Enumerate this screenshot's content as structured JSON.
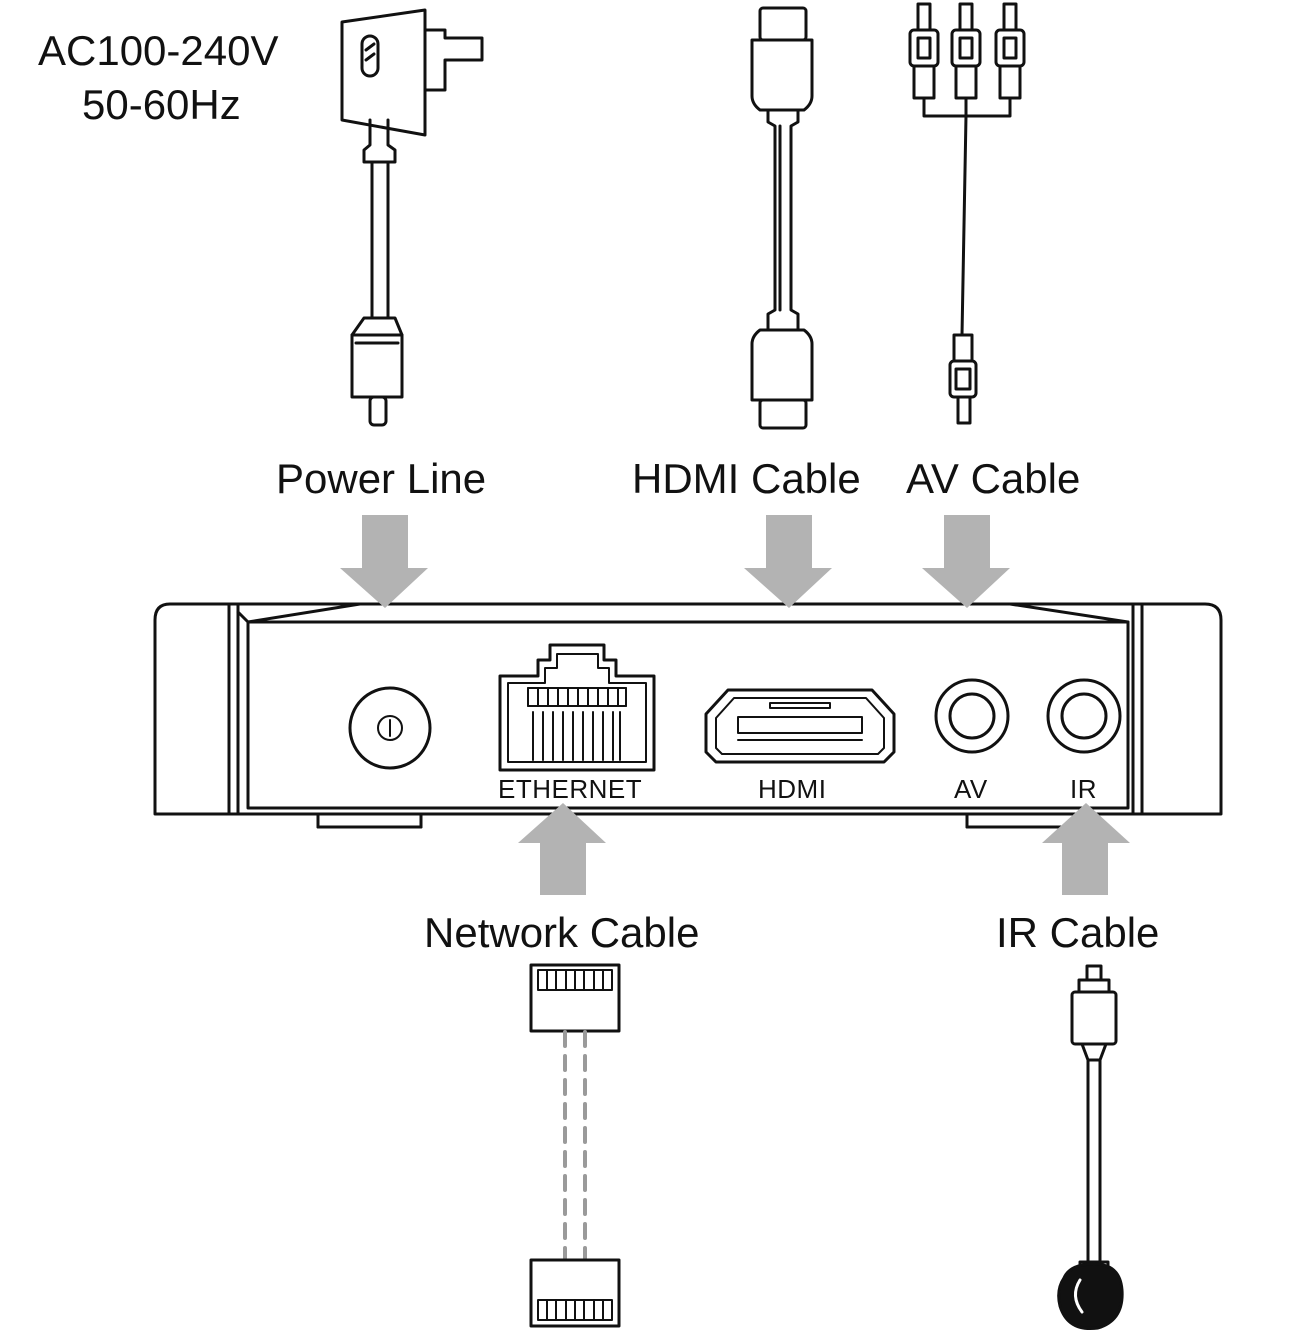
{
  "power_spec": {
    "voltage": "AC100-240V",
    "frequency": "50-60Hz"
  },
  "cable_labels": {
    "power": "Power Line",
    "hdmi": "HDMI Cable",
    "av": "AV Cable",
    "network": "Network Cable",
    "ir": "IR Cable"
  },
  "port_labels": {
    "ethernet": "ETHERNET",
    "hdmi": "HDMI",
    "av": "AV",
    "ir": "IR"
  },
  "colors": {
    "line": "#111111",
    "arrow": "#b3b3b3",
    "ir_bulb": "#111111",
    "background": "#ffffff"
  }
}
